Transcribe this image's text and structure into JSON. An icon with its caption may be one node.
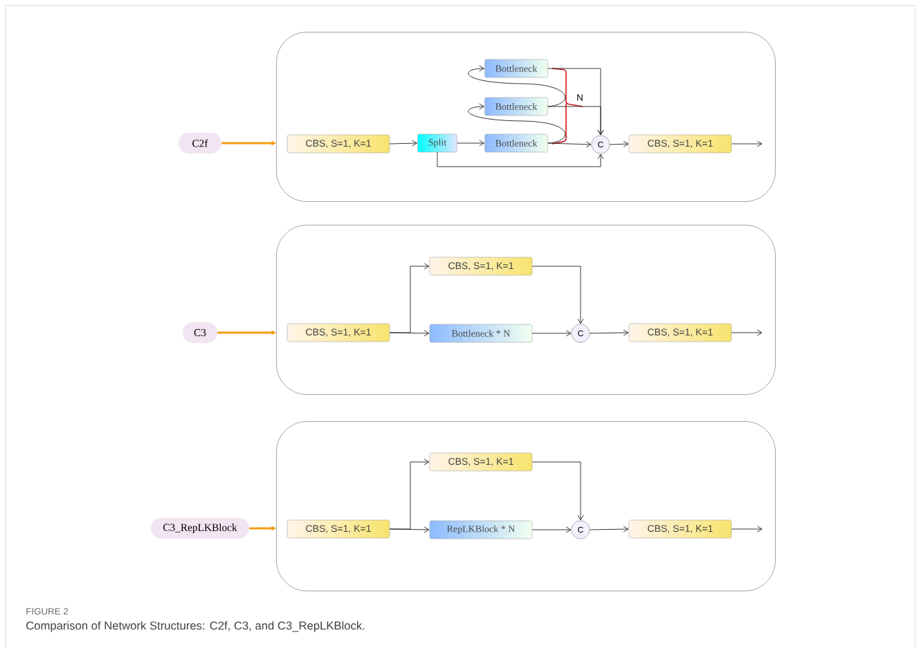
{
  "diagram": {
    "caption": "Comparison of Network Structures: C2f, C3, and C3_RepLKBlock.",
    "nodes": [
      {
        "text": [],
        "shape": "box"
      },
      {
        "text": [
          "C2f"
        ]
      },
      {
        "text": [
          "CBS, S=1, K=1"
        ],
        "in": 0
      },
      {
        "text": [
          "Split"
        ],
        "in": 0
      },
      {
        "text": [
          "Bottleneck"
        ],
        "in": 0
      },
      {
        "text": [
          "Bottleneck"
        ],
        "in": 0
      },
      {
        "text": [
          "Bottleneck"
        ],
        "in": 0
      },
      {
        "text": [
          "C"
        ],
        "in": 0
      },
      {
        "text": [
          "CBS, S=1, K=1"
        ],
        "in": 0
      },
      {
        "text": [],
        "shape": "box"
      },
      {
        "text": [
          "C3"
        ]
      },
      {
        "text": [
          "CBS, S=1, K=1"
        ],
        "in": 9
      },
      {
        "text": [
          "CBS, S=1, K=1"
        ],
        "in": 9
      },
      {
        "text": [
          "Bottleneck * N"
        ],
        "in": 9
      },
      {
        "text": [
          "C"
        ],
        "in": 9
      },
      {
        "text": [
          "CBS, S=1, K=1"
        ],
        "in": 9
      },
      {
        "text": [],
        "shape": "box"
      },
      {
        "text": [
          "C3_RepLKBlock"
        ]
      },
      {
        "text": [
          "CBS, S=1, K=1"
        ],
        "in": 16
      },
      {
        "text": [
          "CBS, S=1, K=1"
        ],
        "in": 16
      },
      {
        "text": [
          "RepLKBlock * N"
        ],
        "in": 16
      },
      {
        "text": [
          "C"
        ],
        "in": 16
      },
      {
        "text": [
          "CBS, S=1, K=1"
        ],
        "in": 16
      }
    ],
    "edges": [
      {
        "from": 1,
        "to": 0,
        "arrow": "to",
        "style": "thick",
        "color": "#f39c12"
      },
      {
        "from": 2,
        "to": 3,
        "arrow": "to"
      },
      {
        "from": 3,
        "to": 6,
        "arrow": "to"
      },
      {
        "from": 6,
        "to": 5,
        "arrow": "to"
      },
      {
        "from": 5,
        "to": 4,
        "arrow": "to"
      },
      {
        "from": 4,
        "to": 7,
        "arrow": "to"
      },
      {
        "from": 5,
        "to": 7,
        "arrow": "to"
      },
      {
        "from": 6,
        "to": 7,
        "arrow": "to"
      },
      {
        "from": 3,
        "to": 7,
        "arrow": "to"
      },
      {
        "from": 7,
        "to": 8,
        "arrow": "to"
      },
      {
        "from": 8,
        "to": null,
        "arrow": "to"
      },
      {
        "from": 10,
        "to": 9,
        "arrow": "to",
        "style": "thick",
        "color": "#f39c12"
      },
      {
        "from": 11,
        "to": 12,
        "arrow": "to"
      },
      {
        "from": 11,
        "to": 13,
        "arrow": "to"
      },
      {
        "from": 12,
        "to": 14,
        "arrow": "to"
      },
      {
        "from": 13,
        "to": 14,
        "arrow": "to"
      },
      {
        "from": 14,
        "to": 15,
        "arrow": "to"
      },
      {
        "from": 15,
        "to": null,
        "arrow": "to"
      },
      {
        "from": 17,
        "to": 16,
        "arrow": "to",
        "style": "thick",
        "color": "#f39c12"
      },
      {
        "from": 18,
        "to": 19,
        "arrow": "to"
      },
      {
        "from": 18,
        "to": 20,
        "arrow": "to"
      },
      {
        "from": 19,
        "to": 21,
        "arrow": "to"
      },
      {
        "from": 20,
        "to": 21,
        "arrow": "to"
      },
      {
        "from": 21,
        "to": 22,
        "arrow": "to"
      },
      {
        "from": 22,
        "to": null,
        "arrow": "to"
      }
    ],
    "labels": [
      "N",
      "FIGURE 2"
    ]
  }
}
